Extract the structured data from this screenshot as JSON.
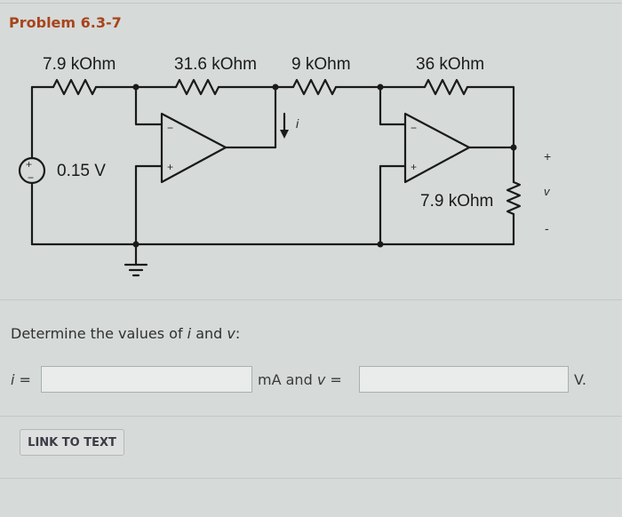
{
  "problem": {
    "title": "Problem 6.3-7"
  },
  "circuit": {
    "r1": "7.9 kOhm",
    "r2": "31.6 kOhm",
    "r3": "9 kOhm",
    "r4": "36 kOhm",
    "r_load": "7.9 kOhm",
    "source": "0.15 V",
    "current_label": "i",
    "voltage_label": "v",
    "plus": "+",
    "minus": "-",
    "opamp_minus": "−",
    "opamp_plus": "+",
    "src_plus": "+",
    "src_minus": "−"
  },
  "question": {
    "text_prefix": "Determine the values of ",
    "var_i": "i",
    "text_and": " and ",
    "var_v": "v",
    "text_suffix": ":"
  },
  "answers": {
    "i_label": "i",
    "equals": " =",
    "i_value": "",
    "i_unit": "mA and ",
    "v_label": "v",
    "v_equals": " =",
    "v_value": "",
    "v_unit": "V."
  },
  "link": {
    "label": "LINK TO TEXT"
  }
}
